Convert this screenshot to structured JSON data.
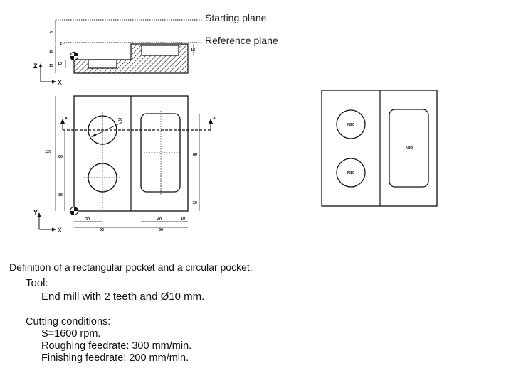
{
  "drawing": {
    "planes": {
      "starting": "Starting plane",
      "reference": "Reference plane"
    },
    "axes": {
      "z": "Z",
      "x": "X",
      "y": "Y"
    },
    "section_dims": {
      "d25": "25",
      "d2": "2",
      "d15": "15",
      "d10": "10",
      "d18": "18"
    },
    "plan_dims": {
      "d120": "120",
      "d60v": "60",
      "d35": "35",
      "d30": "30",
      "d60a": "60",
      "d40": "40",
      "d10": "10",
      "d60b": "60",
      "d80": "80",
      "d20": "20",
      "r30": "30"
    },
    "section_marks": {
      "a": "A",
      "a_prime": "A'"
    },
    "blocks": {
      "n20": "N20",
      "n10": "N10",
      "n30": "N30"
    }
  },
  "text": {
    "caption": "Definition of a rectangular pocket and a circular pocket.",
    "tool_heading": "Tool:",
    "tool_desc": "End mill with 2 teeth and Ø10 mm.",
    "cutting_heading": "Cutting conditions:",
    "speed": "S=1600 rpm.",
    "roughing": "Roughing feedrate: 300 mm/min.",
    "finishing": "Finishing feedrate: 200 mm/min."
  }
}
